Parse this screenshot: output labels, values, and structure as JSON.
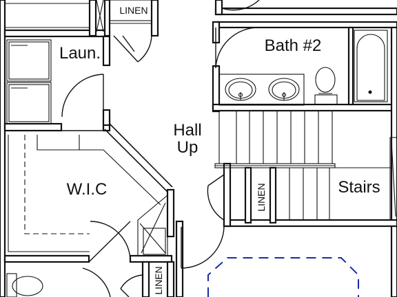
{
  "rooms": {
    "laundry": "Laun.",
    "bath2": "Bath #2",
    "hall_line1": "Hall",
    "hall_line2": "Up",
    "wic": "W.I.C",
    "stairs": "Stairs"
  },
  "closets": {
    "linen_top": "LINEN",
    "linen_stairs": "LINEN",
    "linen_bottom": "LINEN"
  },
  "colors": {
    "line": "#111111",
    "accent_blue": "#1a2aa8"
  }
}
